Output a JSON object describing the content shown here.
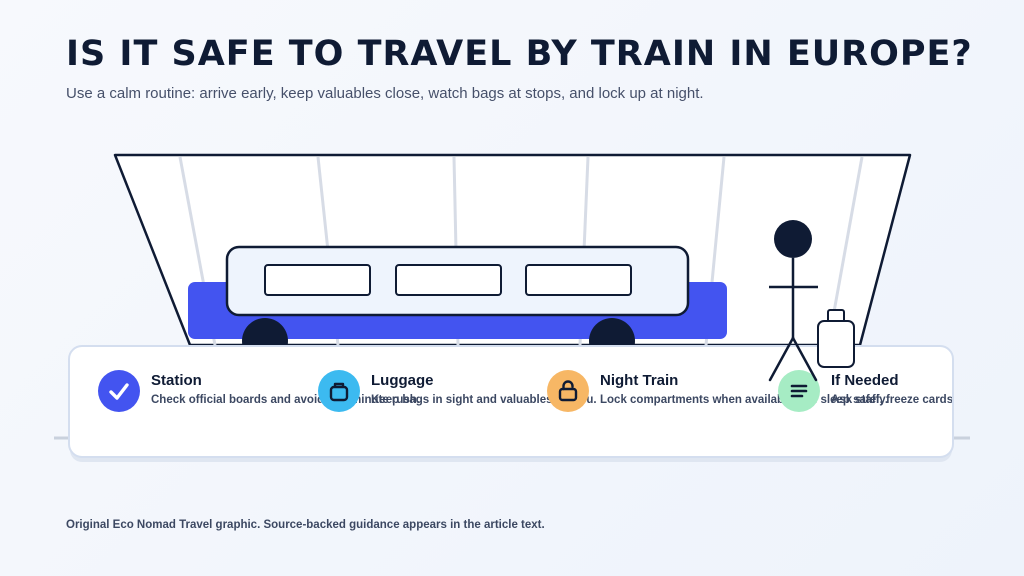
{
  "header": {
    "title": "IS IT SAFE TO TRAVEL BY TRAIN IN EUROPE?",
    "subtitle": "Use a calm routine: arrive early, keep valuables close, watch bags at stops, and lock up at night."
  },
  "steps": [
    {
      "label": "Station",
      "desc": "Check official boards and avoid last-minute rush.",
      "icon": "check-icon",
      "color": "#4354f0"
    },
    {
      "label": "Luggage",
      "desc": "Keep bags in sight and valuables on you.",
      "icon": "bag-icon",
      "color": "#3cbaf0"
    },
    {
      "label": "Night Train",
      "desc": "Lock compartments when available and sleep safely.",
      "icon": "lock-icon",
      "color": "#f7b765"
    },
    {
      "label": "If Needed",
      "desc": "Ask staff, freeze cards, and file a police report.",
      "icon": "menu-icon",
      "color": "#a6ecc4"
    }
  ],
  "footer": {
    "credit": "Original Eco Nomad Travel graphic. Source-backed guidance appears in the article text."
  },
  "colors": {
    "navy": "#0f1b34",
    "accent_blue": "#4354f0",
    "train_body": "#eef4fd"
  }
}
